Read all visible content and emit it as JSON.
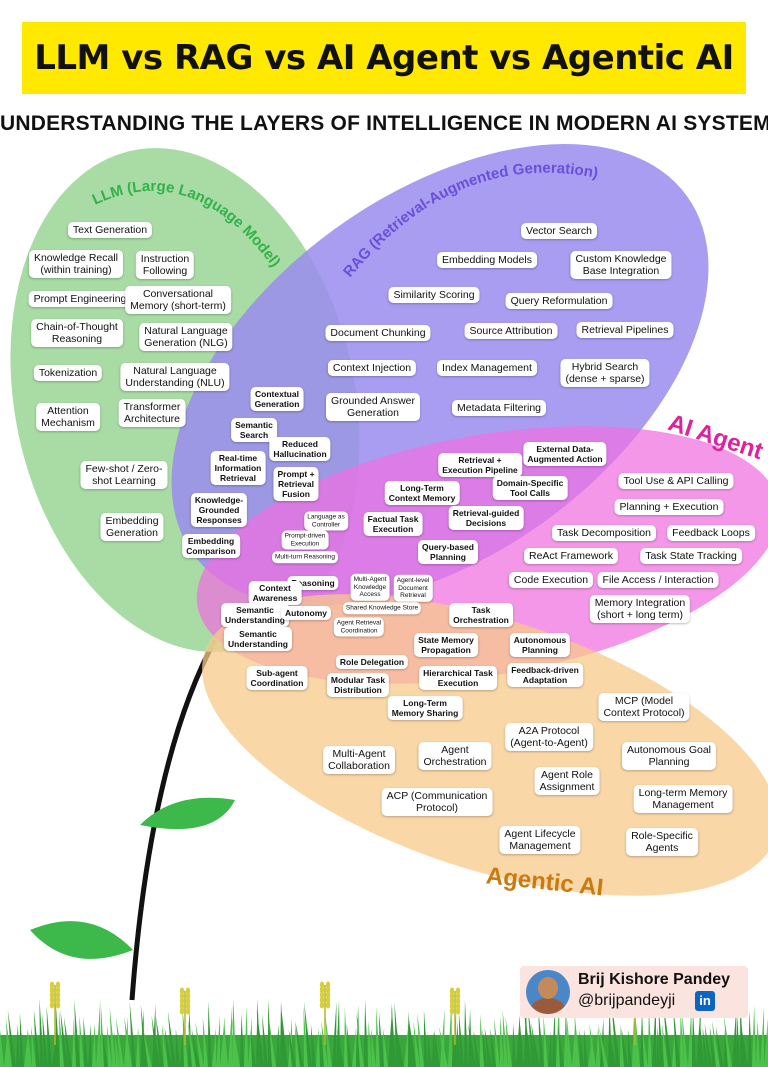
{
  "header": {
    "title": "LLM vs RAG vs AI Agent vs Agentic AI",
    "subtitle": "UNDERSTANDING THE LAYERS OF INTELLIGENCE IN MODERN AI SYSTEMS"
  },
  "colors": {
    "llm": "#9fd89a",
    "rag": "#9a8cf0",
    "agent": "#f06fe0",
    "agentic": "#f8c98a",
    "banner": "#ffe900",
    "llm_title": "#33b14a",
    "rag_title": "#6a4fd8",
    "agent_title": "#e0219e",
    "agentic_title": "#c97a12"
  },
  "circles": {
    "llm": {
      "title": "LLM (Large Language Model)"
    },
    "rag": {
      "title": "RAG (Retrieval-Augmented Generation)"
    },
    "agent": {
      "title": "AI Agent"
    },
    "agentic": {
      "title": "Agentic AI"
    }
  },
  "llm_items": [
    "Text Generation",
    "Knowledge Recall\n(within training)",
    "Instruction\nFollowing",
    "Prompt Engineering",
    "Conversational\nMemory (short-term)",
    "Chain-of-Thought\nReasoning",
    "Natural Language\nGeneration (NLG)",
    "Tokenization",
    "Natural Language\nUnderstanding (NLU)",
    "Attention\nMechanism",
    "Transformer\nArchitecture",
    "Few-shot / Zero-\nshot Learning",
    "Embedding\nGeneration"
  ],
  "llm_rag_items": [
    "Contextual\nGeneration",
    "Semantic\nSearch",
    "Reduced\nHallucination",
    "Real-time\nInformation\nRetrieval",
    "Prompt +\nRetrieval\nFusion",
    "Knowledge-\nGrounded\nResponses",
    "Embedding\nComparison"
  ],
  "rag_items": [
    "Vector Search",
    "Embedding Models",
    "Custom Knowledge\nBase Integration",
    "Similarity Scoring",
    "Query Reformulation",
    "Document Chunking",
    "Source Attribution",
    "Retrieval Pipelines",
    "Context Injection",
    "Index Management",
    "Hybrid Search\n(dense + sparse)",
    "Grounded Answer\nGeneration",
    "Metadata Filtering"
  ],
  "rag_agent_items": [
    "External Data-\nAugmented Action",
    "Retrieval +\nExecution Pipeline",
    "Long-Term\nContext Memory",
    "Domain-Specific\nTool Calls",
    "Factual Task\nExecution",
    "Retrieval-guided\nDecisions",
    "Query-based\nPlanning"
  ],
  "llm_rag_agent_items": [
    "Language as\nController",
    "Prompt-driven\nExecution",
    "Multi-turn Reasoning"
  ],
  "agent_items": [
    "Tool Use & API Calling",
    "Planning + Execution",
    "Task Decomposition",
    "Feedback Loops",
    "ReAct Framework",
    "Task State Tracking",
    "Code Execution",
    "File Access / Interaction",
    "Memory Integration\n(short + long term)"
  ],
  "llm_agentic_items": [
    "Reasoning",
    "Context\nAwareness",
    "Semantic\nUnderstanding",
    "Autonomy",
    "Semantic\nUnderstanding"
  ],
  "center_items": [
    "Multi-Agent\nKnowledge\nAccess",
    "Agent-level\nDocument\nRetrieval",
    "Shared Knowledge Store",
    "Agent Retrieval\nCoordination"
  ],
  "agent_agentic_items": [
    "Task\nOrchestration",
    "State Memory\nPropagation",
    "Autonomous\nPlanning",
    "Role Delegation",
    "Hierarchical Task\nExecution",
    "Feedback-driven\nAdaptation",
    "Sub-agent\nCoordination",
    "Modular Task\nDistribution",
    "Long-Term\nMemory Sharing"
  ],
  "agentic_items": [
    "MCP (Model\nContext Protocol)",
    "A2A Protocol\n(Agent-to-Agent)",
    "Multi-Agent\nCollaboration",
    "Agent\nOrchestration",
    "Autonomous Goal\nPlanning",
    "Agent Role\nAssignment",
    "ACP (Communication\nProtocol)",
    "Long-term Memory\nManagement",
    "Agent Lifecycle\nManagement",
    "Role-Specific\nAgents"
  ],
  "author": {
    "name": "Brij Kishore Pandey",
    "handle": "@brijpandeyji",
    "badge": "in"
  }
}
